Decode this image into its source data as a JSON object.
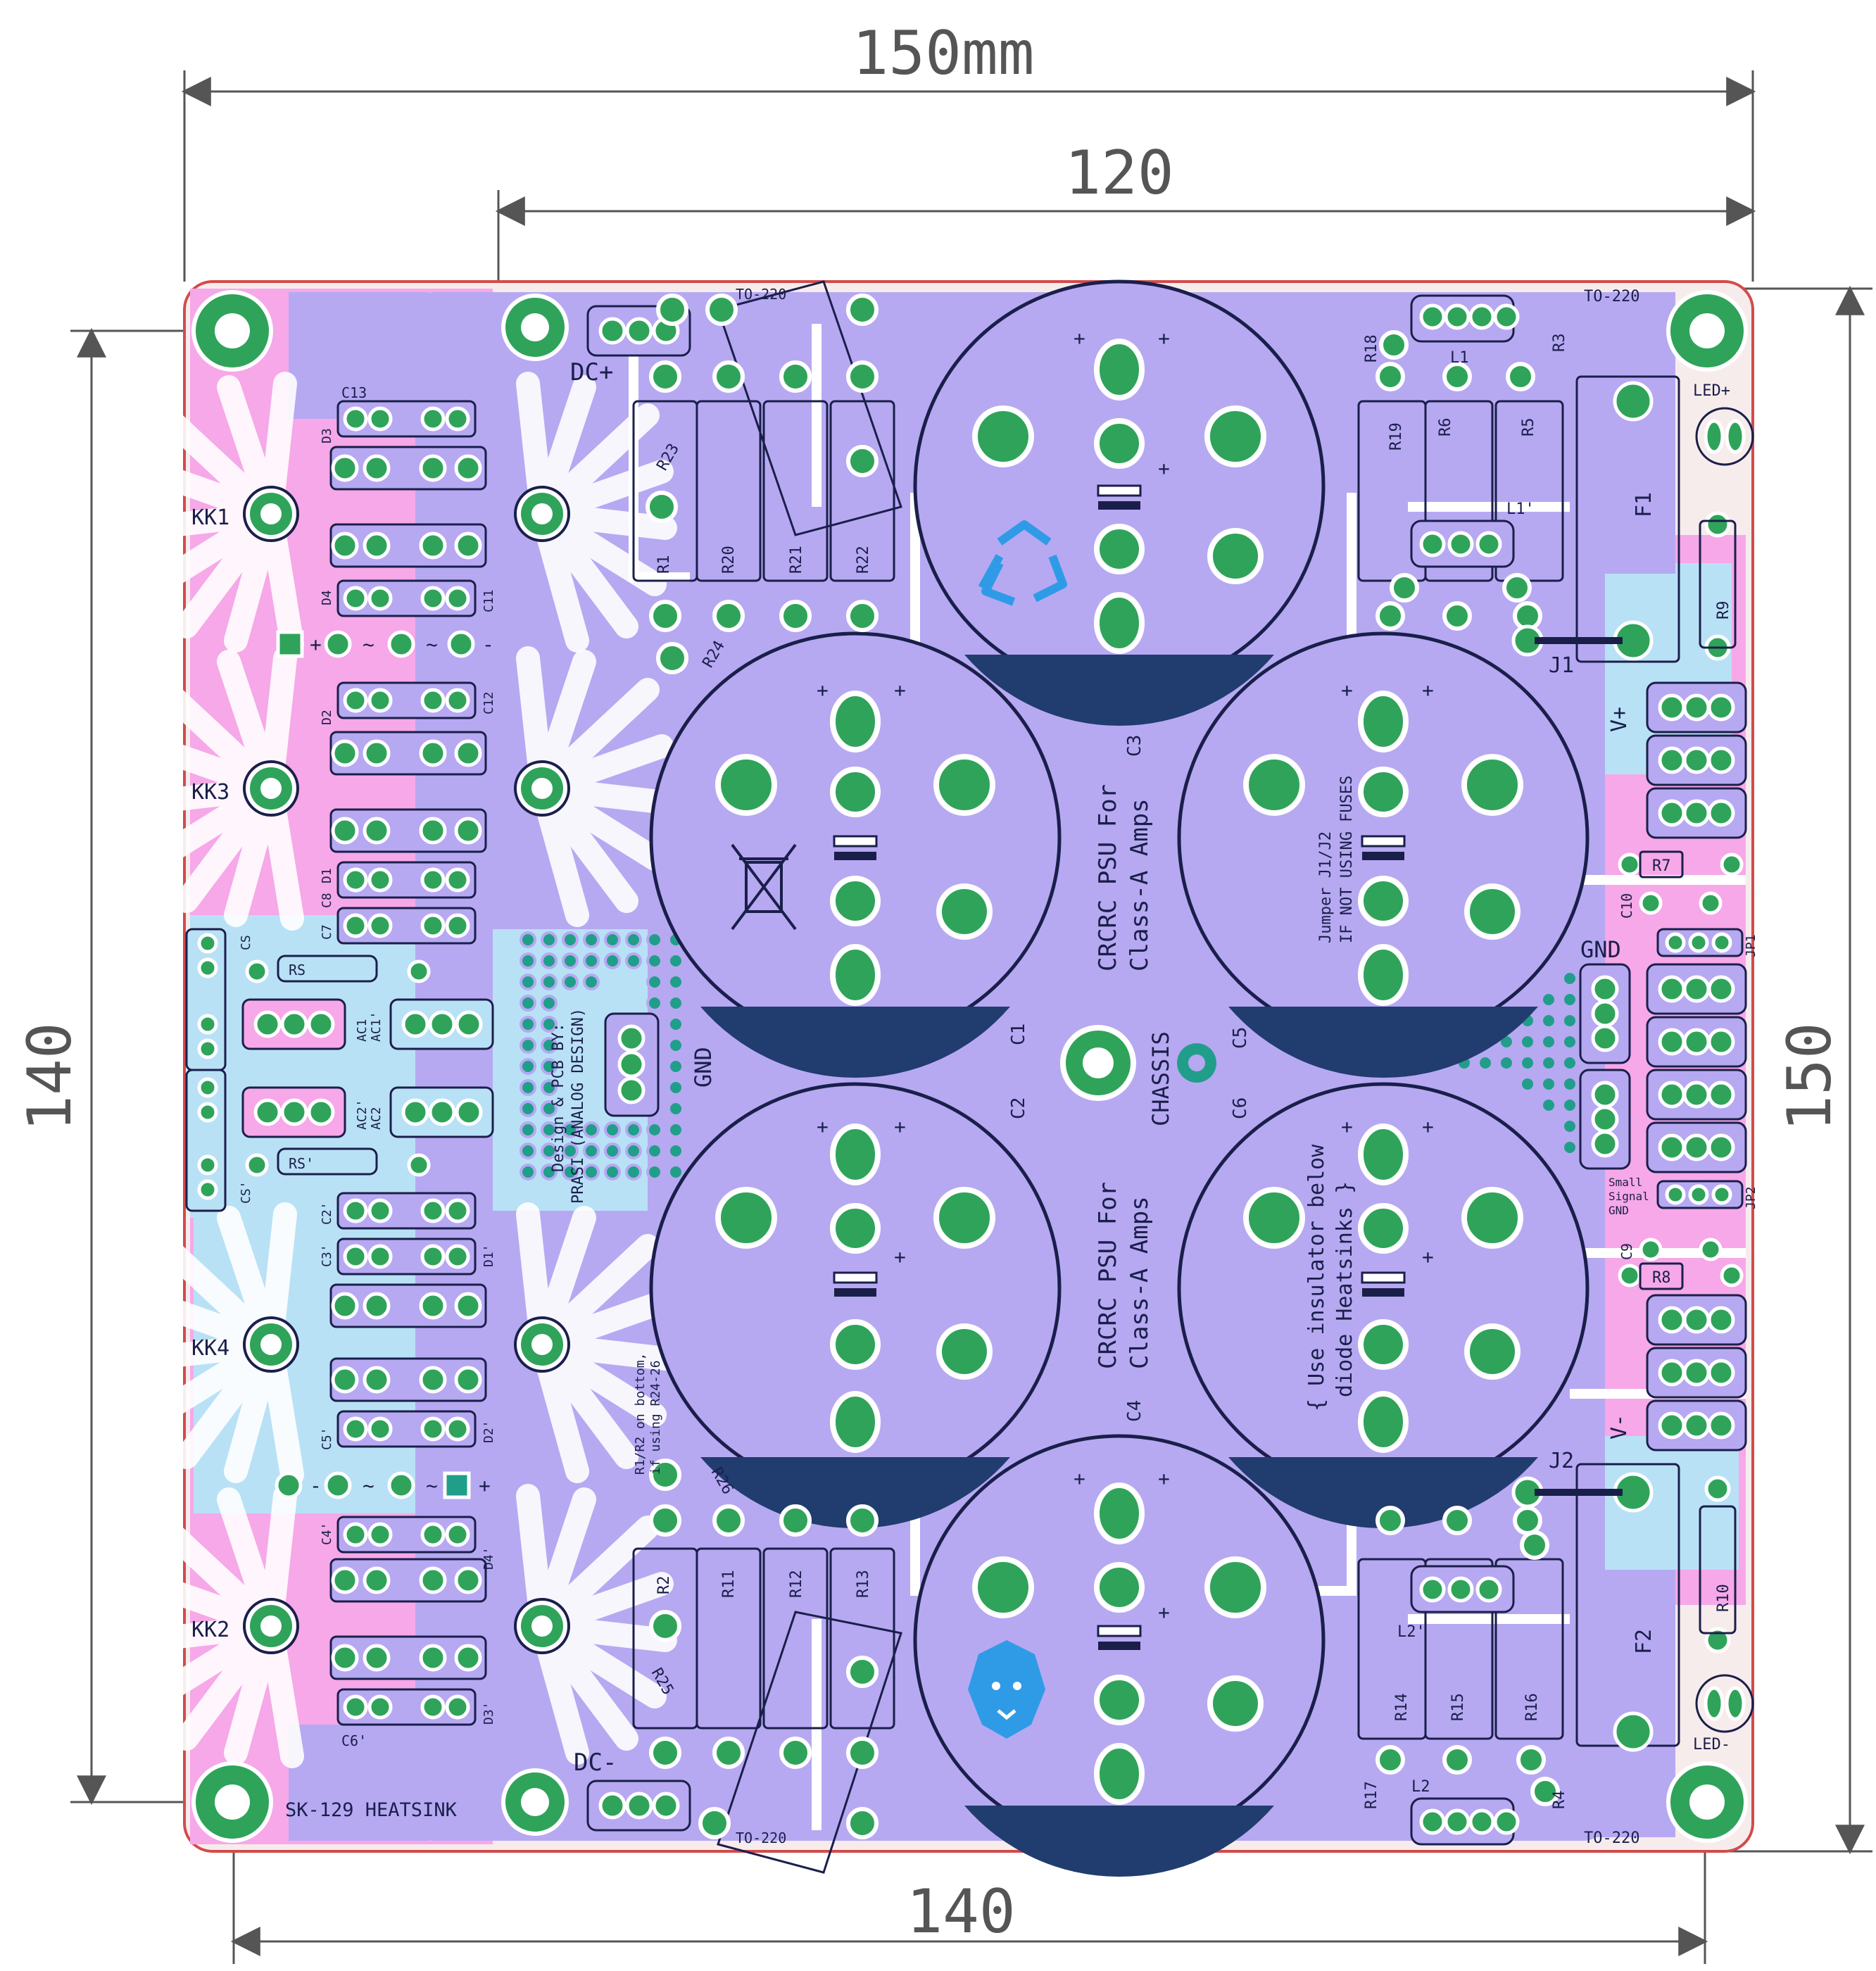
{
  "colors": {
    "background": "#ffffff",
    "board": "#f7ecec",
    "board_edge": "#d24b4b",
    "copper_top": "#b6a9f2",
    "copper_bottom_pink": "#f6a8e8",
    "copper_bottom_blue": "#b9e1f6",
    "pad_green": "#2fa35a",
    "pad_teal": "#219e8a",
    "silkscreen": "#1a1f4a",
    "dimension": "#555555",
    "logo_blue": "#2f9be6",
    "cap_stripe": "#213c6e"
  },
  "dimensions": {
    "top_outer": "150mm",
    "top_inner": "120",
    "left": "140",
    "right": "150",
    "bottom": "140"
  },
  "labels": {
    "heatsinks": [
      "KK1",
      "KK3",
      "KK4",
      "KK2"
    ],
    "heatsink_model": "SK-129 HEATSINK",
    "dc_plus": "DC+",
    "dc_minus": "DC-",
    "gnd_center": "GND",
    "gnd_right": "GND",
    "chassis": "CHASSIS",
    "to220_a": "TO-220",
    "to220_b": "TO-220",
    "to220_c": "TO-220",
    "to220_d": "TO-220",
    "led_plus": "LED+",
    "led_minus": "LED-",
    "v_plus": "V+",
    "v_minus": "V-",
    "small_signal": [
      "Small",
      "Signal",
      "GND"
    ],
    "title_line1": "CRCRC PSU For",
    "title_line2": "Class-A Amps",
    "jumper_note": [
      "Jumper J1/J2",
      "IF NOT USING FUSES"
    ],
    "insulator_note": [
      "{ Use insulator below",
      "diode Heatsinks }"
    ],
    "credit": [
      "Design & PCB BY:",
      "PRASI (ANALOG DESIGN)"
    ],
    "r1r2_note": [
      "R1/R2 on bottom,",
      "if using R24-26"
    ],
    "caps_big": [
      "C1",
      "C2",
      "C3",
      "C4",
      "C5",
      "C6"
    ],
    "resistors_top": [
      "R23",
      "R1",
      "R20",
      "R21",
      "R22",
      "R24"
    ],
    "resistors_bottom": [
      "R26",
      "R2",
      "R11",
      "R12",
      "R13",
      "R25"
    ],
    "resistors_right_top": [
      "R18",
      "R19",
      "R6",
      "R5",
      "R3"
    ],
    "resistors_right_bottom": [
      "R14",
      "R15",
      "R16",
      "R17",
      "R4"
    ],
    "misc_right": [
      "R9",
      "R10",
      "R7",
      "R8",
      "C10",
      "C9",
      "JP1",
      "JP2",
      "F1",
      "F2",
      "J1",
      "J2",
      "L1",
      "L1'",
      "L2",
      "L2'"
    ],
    "left_parts": [
      "C13",
      "D3",
      "D4",
      "C11",
      "C12",
      "D2",
      "D1",
      "C7",
      "C8",
      "CS",
      "RS",
      "AC1",
      "AC1'",
      "AC2",
      "AC2'",
      "RS'",
      "CS'",
      "C2'",
      "C3'",
      "D1'",
      "D2'",
      "C5'",
      "C4'",
      "D4'",
      "D3'",
      "C6'"
    ],
    "plus_mark": "+",
    "minus_mark": "-",
    "tilde": "~"
  }
}
